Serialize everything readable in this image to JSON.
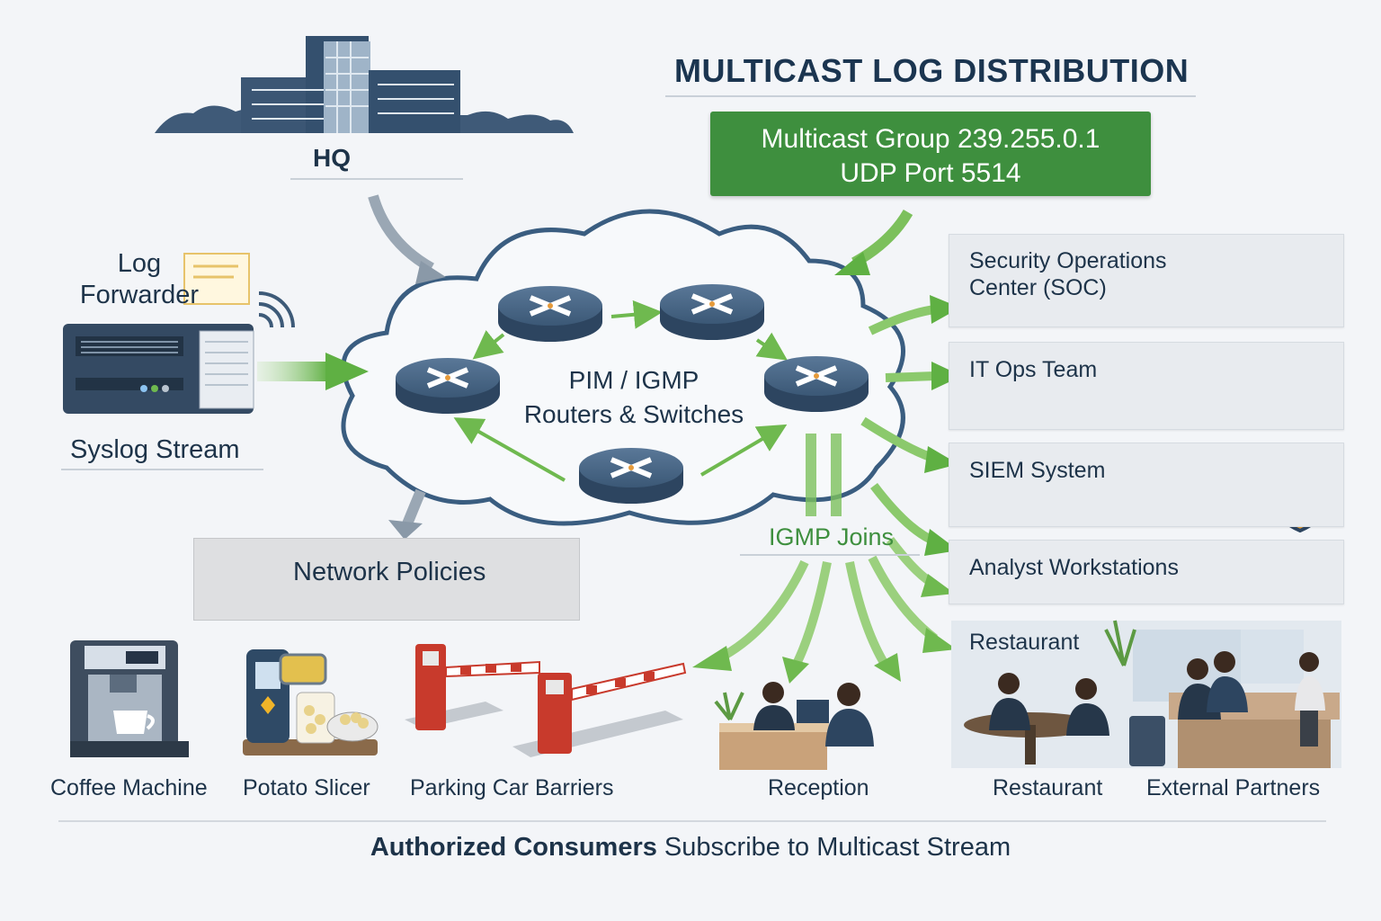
{
  "title": "MULTICAST LOG DISTRIBUTION",
  "multicast_box": {
    "line1": "Multicast Group 239.255.0.1",
    "line2": "UDP Port 5514"
  },
  "hq": {
    "label": "HQ"
  },
  "source": {
    "forwarder_label_1": "Log",
    "forwarder_label_2": "Forwarder",
    "stream_label": "Syslog Stream"
  },
  "network": {
    "label_1": "PIM / IGMP",
    "label_2": "Routers & Switches"
  },
  "igmp_label": "IGMP Joins",
  "network_policies": "Network Policies",
  "consumers": {
    "soc_1": "Security Operations",
    "soc_2": "Center (SOC)",
    "itops": "IT Ops Team",
    "siem": "SIEM System",
    "analyst": "Analyst Workstations",
    "restaurant_panel": "Restaurant"
  },
  "bottom_items": {
    "coffee": "Coffee Machine",
    "potato": "Potato Slicer",
    "parking": "Parking Car Barriers",
    "reception": "Reception",
    "restaurant": "Restaurant",
    "partners": "External Partners"
  },
  "footer": {
    "bold": "Authorized Consumers",
    "rest": " Subscribe to Multicast Stream"
  },
  "colors": {
    "accent_green": "#3e8f3e",
    "arrow_green": "#6fb94f",
    "navy": "#1d3349",
    "router": "#3d5a78"
  }
}
